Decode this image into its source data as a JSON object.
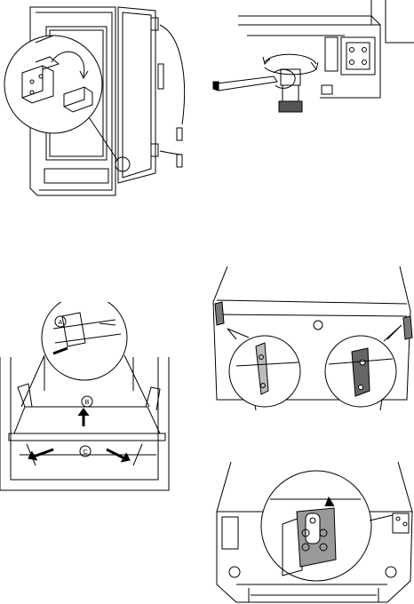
{
  "callouts": {
    "a": "A",
    "b": "B",
    "c": "C"
  },
  "figures": [
    {
      "id": "door-hinge-transfer",
      "icon": "hinge-transfer-diagram"
    },
    {
      "id": "foot-adjust-wrench",
      "icon": "wrench-diagram"
    },
    {
      "id": "shelf-removal",
      "icon": "shelf-diagram"
    },
    {
      "id": "rear-brackets",
      "icon": "bracket-diagram"
    },
    {
      "id": "bottom-hinge",
      "icon": "bottom-hinge-diagram"
    }
  ],
  "colors": {
    "line": "#000000",
    "fill": "#ffffff",
    "shade": "#555555"
  }
}
